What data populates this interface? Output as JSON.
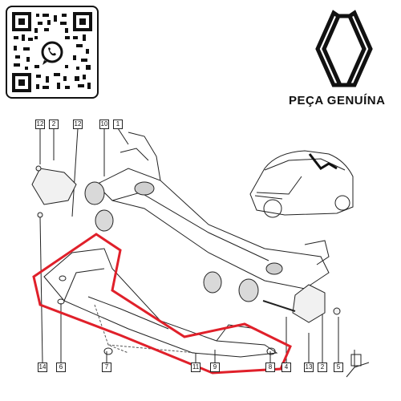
{
  "badge": {
    "label": "PEÇA GENUÍNA"
  },
  "logo": {
    "icon": "renault-logo-icon"
  },
  "qr": {
    "icon": "whatsapp-icon"
  },
  "callouts": {
    "top_left_12": "12",
    "top_2": "2",
    "top_12b": "12",
    "top_10": "10",
    "top_1": "1",
    "bottom_14": "14",
    "bottom_6": "6",
    "bottom_7": "7",
    "bottom_11": "11",
    "bottom_9": "9",
    "bottom_8": "8",
    "bottom_4": "4",
    "bottom_13": "13",
    "bottom_2": "2",
    "bottom_5": "5"
  },
  "colors": {
    "highlight": "#e0202a",
    "line": "#222222"
  }
}
